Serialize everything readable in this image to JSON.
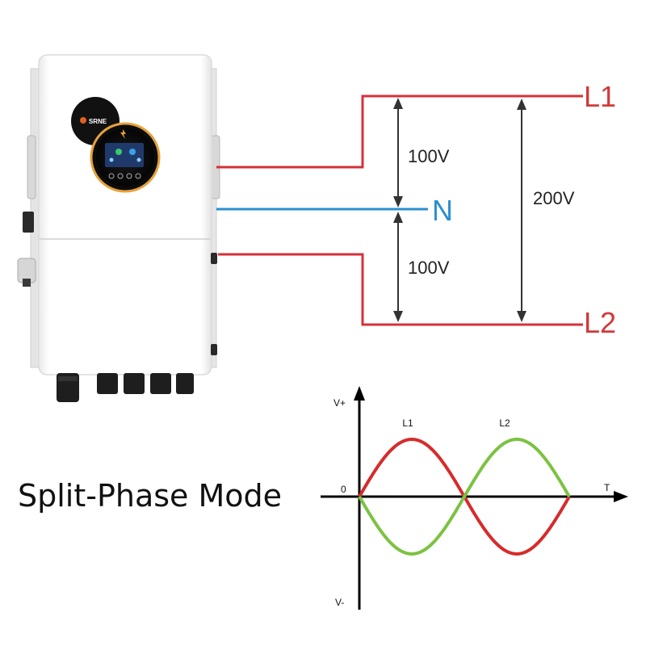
{
  "colors": {
    "line_red": "#d6303a",
    "line_blue": "#2a8fd0",
    "arrow": "#333333",
    "wave_l1": "#d62b2b",
    "wave_l2": "#7cc242",
    "label_red": "#d13a3a",
    "label_blue": "#2a8fd0",
    "inverter_body": "#f7f7f7"
  },
  "wiring": {
    "l1_label": "L1",
    "n_label": "N",
    "l2_label": "L2",
    "upper_voltage": "100V",
    "lower_voltage": "100V",
    "total_voltage": "200V"
  },
  "inverter": {
    "brand": "SRNE",
    "icons": [
      "logo-badge",
      "display-screen",
      "cable-glands",
      "side-handles"
    ]
  },
  "mode_title": "Split-Phase Mode",
  "chart_data": {
    "type": "line",
    "ylabel_top": "V+",
    "ylabel_bottom": "V-",
    "origin_label": "0",
    "xlabel": "T",
    "series": [
      {
        "name": "L1",
        "shape": "sine",
        "phase_deg": 0,
        "color": "#d62b2b"
      },
      {
        "name": "L2",
        "shape": "sine",
        "phase_deg": 180,
        "color": "#7cc242"
      }
    ],
    "cycles": 1,
    "grid": false
  }
}
